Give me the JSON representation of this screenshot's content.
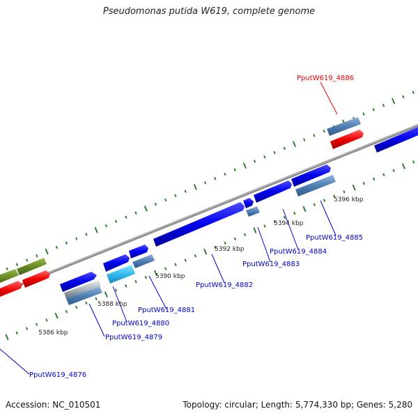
{
  "title": "Pseudomonas putida W619, complete genome",
  "footer": {
    "accession": "Accession: NC_010501",
    "summary": "Topology: circular; Length: 5,774,330 bp; Genes: 5,280"
  },
  "colors": {
    "backbone": "#8a8a8a",
    "grid_dots": "#2e7d2e",
    "label_blue": "#0000cc",
    "label_red": "#ee0000",
    "cds": "#0000ee",
    "steelblue": "#4f7fb3",
    "red": "#ee0000",
    "olive": "#6a8a24",
    "cyan": "#33bbee",
    "gray": "#aab4bc"
  },
  "scale_labels": [
    "5386 kbp",
    "5388 kbp",
    "5390 kbp",
    "5392 kbp",
    "5394 kbp",
    "5396 kbp"
  ],
  "gene_labels": [
    {
      "text": "PputW619_4876",
      "color": "blue"
    },
    {
      "text": "PputW619_4879",
      "color": "blue"
    },
    {
      "text": "PputW619_4880",
      "color": "blue"
    },
    {
      "text": "PputW619_4881",
      "color": "blue"
    },
    {
      "text": "PputW619_4882",
      "color": "blue"
    },
    {
      "text": "PputW619_4883",
      "color": "blue"
    },
    {
      "text": "PputW619_4884",
      "color": "blue"
    },
    {
      "text": "PputW619_4885",
      "color": "blue"
    },
    {
      "text": "PputW619_4886",
      "color": "red"
    }
  ]
}
